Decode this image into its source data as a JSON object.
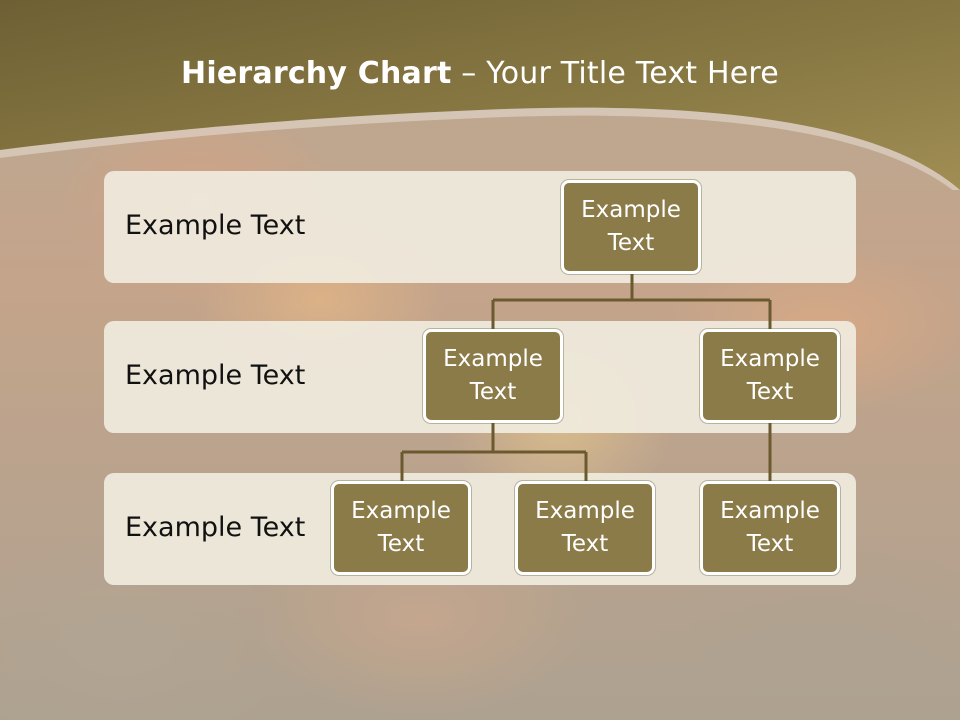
{
  "slide": {
    "title_bold": "Hierarchy Chart",
    "title_rest": " – Your Title Text Here"
  },
  "rows": [
    {
      "label": "Example Text"
    },
    {
      "label": "Example Text"
    },
    {
      "label": "Example Text"
    }
  ],
  "nodes": [
    {
      "text": "Example Text",
      "level": 1
    },
    {
      "text": "Example Text",
      "level": 2
    },
    {
      "text": "Example Text",
      "level": 2
    },
    {
      "text": "Example Text",
      "level": 3
    },
    {
      "text": "Example Text",
      "level": 3
    },
    {
      "text": "Example Text",
      "level": 3
    }
  ],
  "colors": {
    "title_band": "#7a6a3a",
    "node_fill": "#8b7b48",
    "connector": "#6b5a30"
  }
}
